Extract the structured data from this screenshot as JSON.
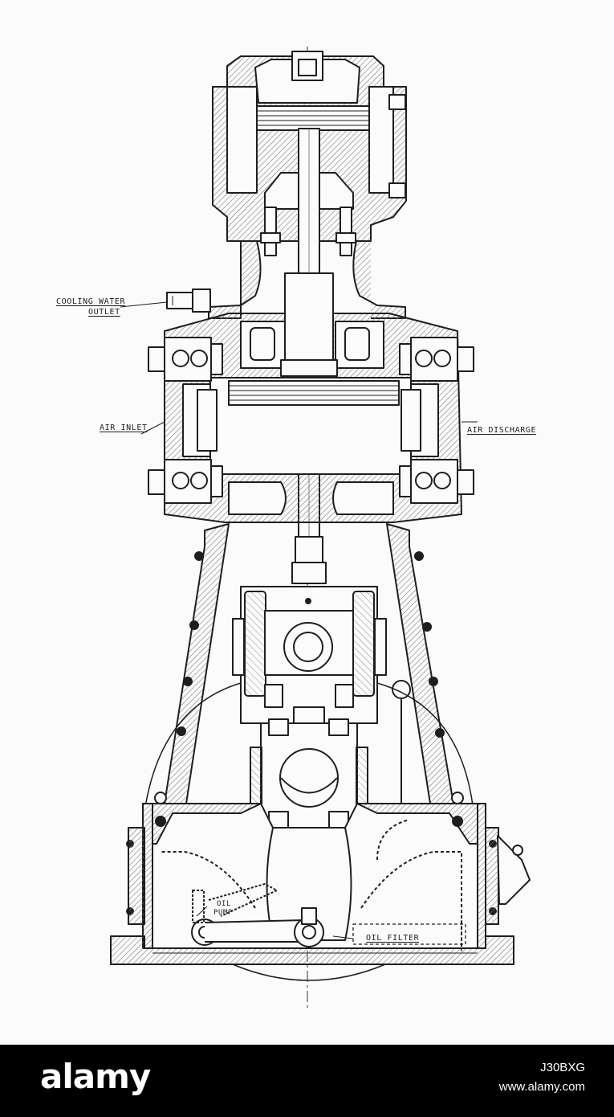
{
  "labels": {
    "cooling_water_line1": "COOLING WATER",
    "cooling_water_line2": "OUTLET",
    "air_inlet": "AIR INLET",
    "air_discharge": "AIR DISCHARGE",
    "oil_pump_line1": "OIL",
    "oil_pump_line2": "PUMP",
    "oil_filter": "OIL FILTER"
  },
  "footer": {
    "brand": "alamy",
    "image_id": "J30BXG",
    "site": "www.alamy.com"
  },
  "colors": {
    "ink": "#1e1e1e",
    "hatch": "#7a7a7a",
    "paper": "#fbfbfb",
    "footer": "#000000",
    "footer_text": "#ffffff"
  }
}
